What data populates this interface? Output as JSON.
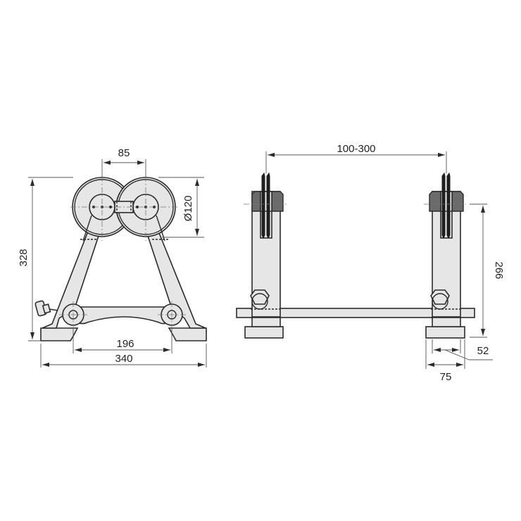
{
  "drawing": {
    "title": "Pipe roller stand technical drawing",
    "front_view": {
      "dimensions": {
        "roller_spacing": "85",
        "roller_diameter": "Ø120",
        "overall_height": "328",
        "inner_base_width": "196",
        "overall_base_width": "340"
      }
    },
    "side_view": {
      "dimensions": {
        "adjustable_span": "100-300",
        "height": "266",
        "foot_inner_width": "52",
        "foot_outer_width": "75"
      }
    },
    "colors": {
      "fill": "#e6e6e6",
      "outline": "#2b2b2b",
      "dark_part": "#6b6b6b",
      "blade": "#1f1f1f"
    }
  }
}
